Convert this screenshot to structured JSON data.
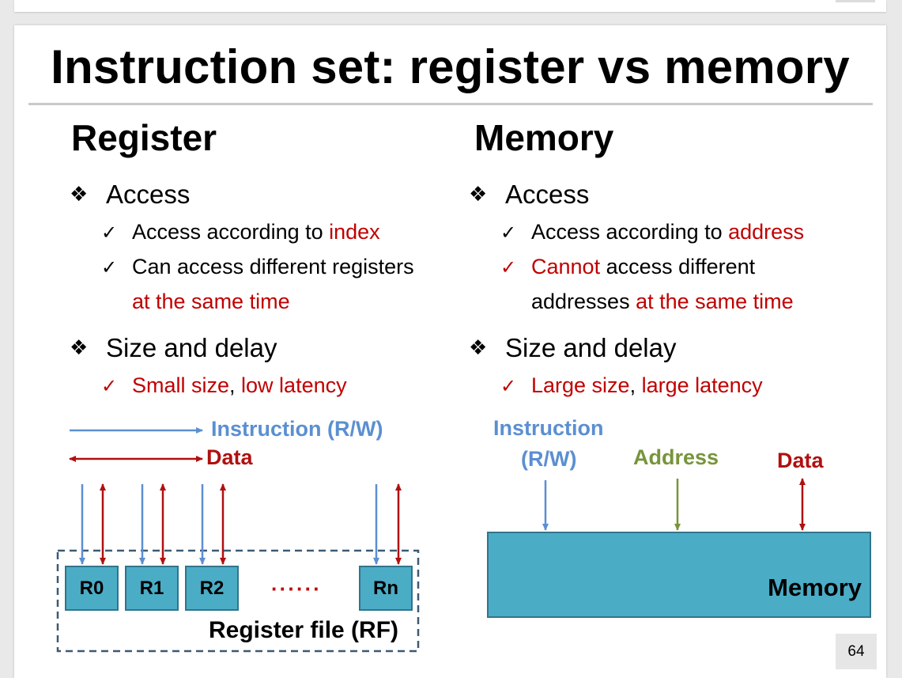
{
  "title": "Instruction set: register vs memory",
  "page_number": "64",
  "register": {
    "heading": "Register",
    "access": {
      "label": "Access",
      "items": [
        {
          "text": "Access according to ",
          "highlight": "index"
        },
        {
          "text": "Can access different registers",
          "highlight": "at the same time"
        }
      ]
    },
    "size": {
      "label": "Size and delay",
      "highlight1": "Small size",
      "sep": ", ",
      "highlight2": "low latency"
    },
    "diagram": {
      "legend_instruction": "Instruction (R/W)",
      "legend_data": "Data",
      "registers": [
        "R0",
        "R1",
        "R2",
        "Rn"
      ],
      "ellipsis": "······",
      "file_label": "Register file (RF)"
    }
  },
  "memory": {
    "heading": "Memory",
    "access": {
      "label": "Access",
      "item1_text": "Access according to ",
      "item1_highlight": "address",
      "item2_highlight": "Cannot",
      "item2_text": " access different",
      "item2_line2_text": "addresses ",
      "item2_line2_highlight": "at the same time"
    },
    "size": {
      "label": "Size and delay",
      "highlight1": "Large size",
      "sep": ", ",
      "highlight2": "large latency"
    },
    "diagram": {
      "instruction_line1": "Instruction",
      "instruction_line2": "(R/W)",
      "address": "Address",
      "data": "Data",
      "box_label": "Memory"
    }
  },
  "colors": {
    "highlight": "#c00000",
    "instruction": "#5b8fd1",
    "data": "#b01010",
    "address": "#77953a",
    "block": "#4bacc6"
  },
  "icons": {
    "bullet": "diamond-cluster-icon",
    "check": "check-mark-icon"
  }
}
